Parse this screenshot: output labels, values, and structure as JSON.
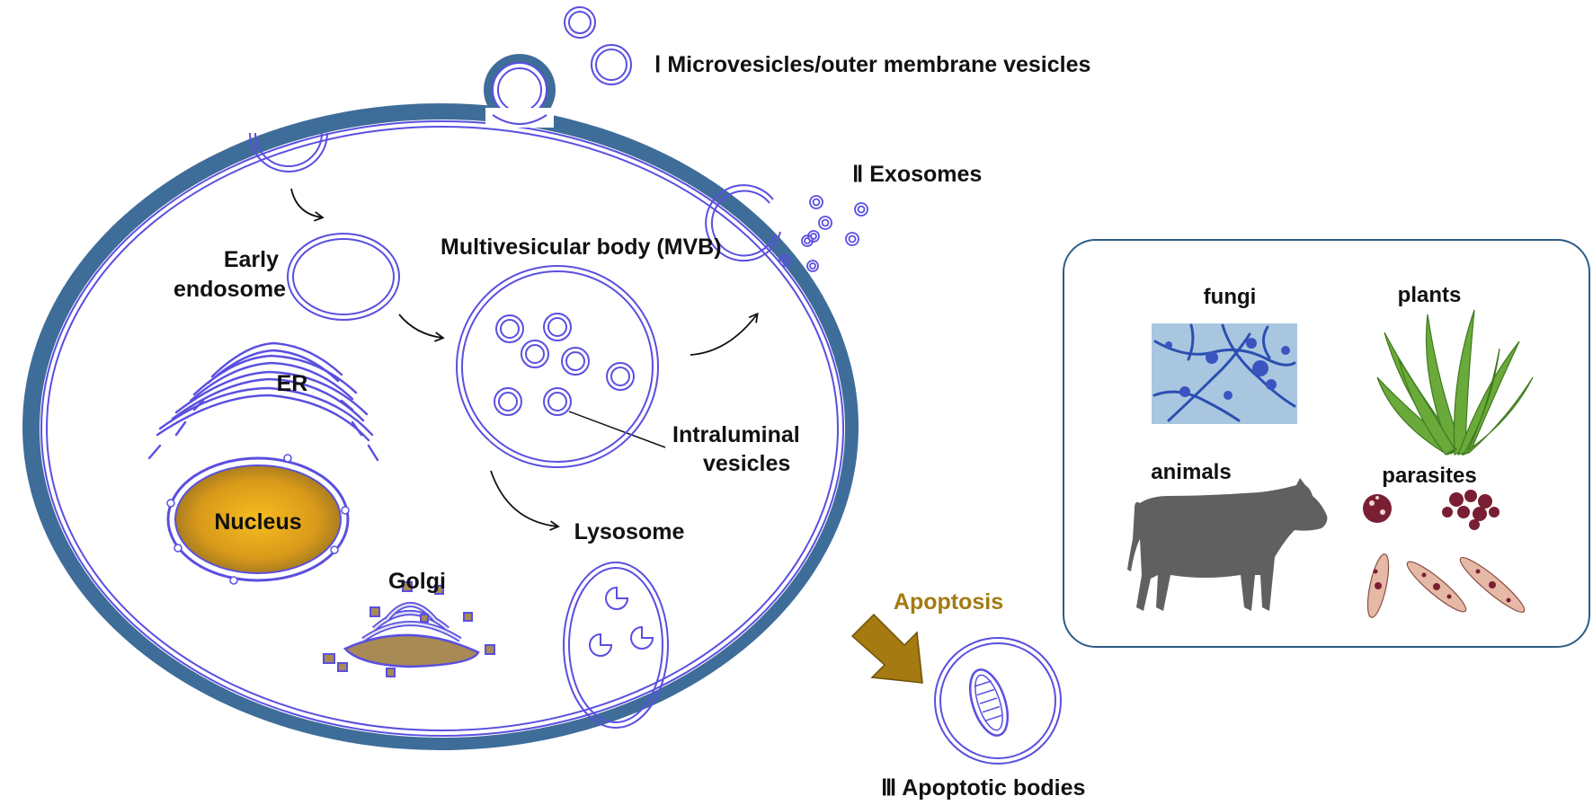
{
  "labels": {
    "microvesicles": "Ⅰ Microvesicles/outer membrane vesicles",
    "exosomes": "Ⅱ Exosomes",
    "apoptotic_bodies": "Ⅲ Apoptotic bodies",
    "early_endosome_line1": "Early",
    "early_endosome_line2": "endosome",
    "mvb": "Multivesicular body (MVB)",
    "intraluminal_line1": "Intraluminal",
    "intraluminal_line2": "vesicles",
    "er": "ER",
    "nucleus": "Nucleus",
    "golgi": "Golgi",
    "lysosome": "Lysosome",
    "apoptosis": "Apoptosis"
  },
  "sources": {
    "fungi": "fungi",
    "plants": "plants",
    "animals": "animals",
    "parasites": "parasites"
  },
  "colors": {
    "membrane_outer": "#3f6d99",
    "membrane_line": "#5a4fe0",
    "nucleus_center": "#f2b21a",
    "nucleus_edge": "#8a6a22",
    "apoptosis": "#a47a11",
    "panel_border": "#2e5d85",
    "fungi_bg": "#a9c6e0",
    "plant": "#6aaa3a",
    "animal": "#606060",
    "parasite": "#7a1e33"
  },
  "icons": {
    "fungi": "fungi-image",
    "plants": "plant-icon",
    "animals": "cow-icon",
    "parasites": "parasite-icon"
  }
}
